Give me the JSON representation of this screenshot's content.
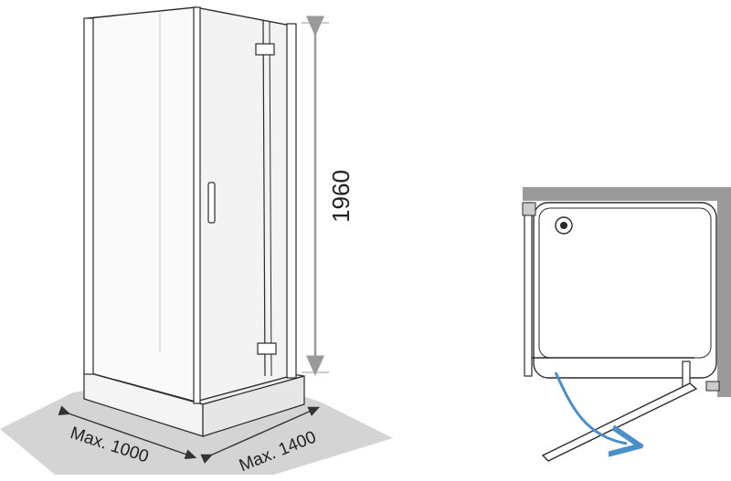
{
  "dimensions": {
    "height_label": "1960",
    "width_label": "Max. 1000",
    "depth_label": "Max. 1400"
  },
  "colors": {
    "outline": "#2a2a2a",
    "glass": "#f7f7f7",
    "floor_shadow": "#cfcfcf",
    "wall": "#9a9a9a",
    "dimension_line": "#9a9a9a",
    "swing_arrow": "#4a8fc9"
  }
}
